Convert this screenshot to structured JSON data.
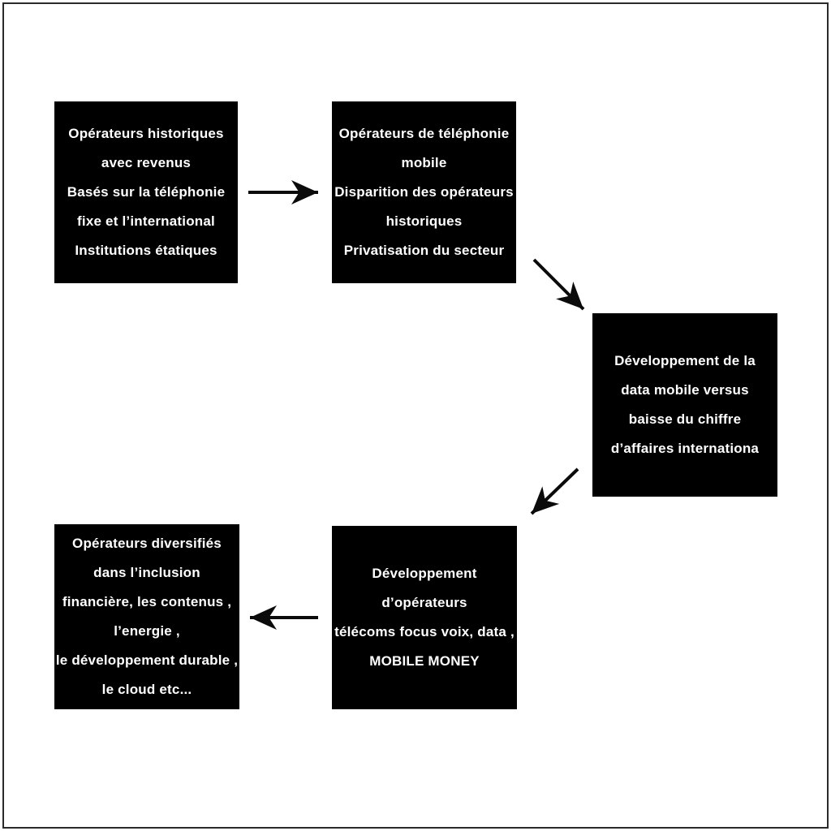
{
  "diagram": {
    "type": "flowchart",
    "colors": {
      "canvas_background": "#ffffff",
      "box_background": "#000000",
      "box_text": "#ffffff",
      "border": "#2b2b2b",
      "arrow": "#0b0b0b"
    },
    "boxes": [
      {
        "id": "operateurs-historiques",
        "lines": [
          "Opérateurs historiques",
          "avec revenus",
          "Basés sur la téléphonie",
          "fixe et l’international",
          "Institutions étatiques"
        ]
      },
      {
        "id": "operateurs-telephonie-mobile",
        "lines": [
          "Opérateurs de téléphonie",
          "mobile",
          "Disparition des opérateurs",
          "historiques",
          "Privatisation du secteur"
        ]
      },
      {
        "id": "developpement-data-mobile",
        "lines": [
          "Développement de la",
          "data mobile versus",
          "baisse du chiffre",
          "d’affaires internationa"
        ]
      },
      {
        "id": "developpement-operateurs-telecoms",
        "lines": [
          "Développement",
          "d’opérateurs",
          "télécoms focus voix, data ,",
          "MOBILE MONEY"
        ]
      },
      {
        "id": "operateurs-diversifies",
        "lines": [
          "Opérateurs diversifiés",
          "dans l’inclusion",
          "financière, les contenus ,",
          "l’energie ,",
          "le développement durable ,",
          "le cloud etc..."
        ]
      }
    ],
    "arrows": [
      {
        "from": "operateurs-historiques",
        "to": "operateurs-telephonie-mobile",
        "direction": "right"
      },
      {
        "from": "operateurs-telephonie-mobile",
        "to": "developpement-data-mobile",
        "direction": "down-right"
      },
      {
        "from": "developpement-data-mobile",
        "to": "developpement-operateurs-telecoms",
        "direction": "down-left"
      },
      {
        "from": "developpement-operateurs-telecoms",
        "to": "operateurs-diversifies",
        "direction": "left"
      }
    ]
  }
}
